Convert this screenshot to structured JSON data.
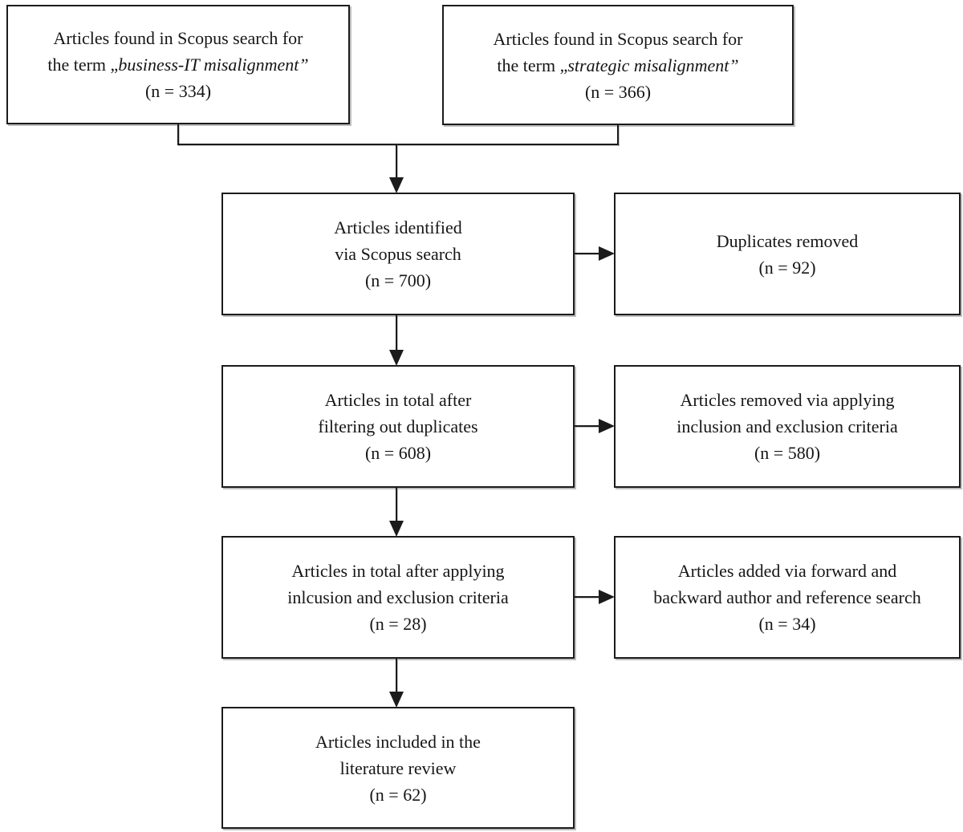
{
  "diagram": {
    "background_color": "#ffffff",
    "line_color": "#1b1b1b",
    "text_color": "#161616"
  },
  "boxes": {
    "search_business_it": {
      "line1": "Articles found in Scopus search for",
      "term_prefix": "the term „",
      "term": "business-IT misalignment”",
      "count": "(n = 334)"
    },
    "search_strategic": {
      "line1": "Articles found in Scopus search for",
      "term_prefix": "the term „",
      "term": "strategic misalignment”",
      "count": "(n = 366)"
    },
    "identified": {
      "lines": [
        "Articles identified",
        "via Scopus search",
        "(n = 700)"
      ]
    },
    "duplicates_removed": {
      "lines": [
        "Duplicates removed",
        "(n = 92)"
      ]
    },
    "after_filtering": {
      "lines": [
        "Articles in total after",
        "filtering out duplicates",
        "(n = 608)"
      ]
    },
    "removed_criteria": {
      "lines": [
        "Articles removed via applying",
        "inclusion and exclusion criteria",
        "(n = 580)"
      ]
    },
    "after_criteria": {
      "lines": [
        "Articles in total after applying",
        "inlcusion and exclusion criteria",
        "(n = 28)"
      ]
    },
    "added_forward_backward": {
      "lines": [
        "Articles added via forward and",
        "backward author and reference search",
        "(n = 34)"
      ]
    },
    "included": {
      "lines": [
        "Articles included in the",
        "literature review",
        "(n = 62)"
      ]
    }
  }
}
